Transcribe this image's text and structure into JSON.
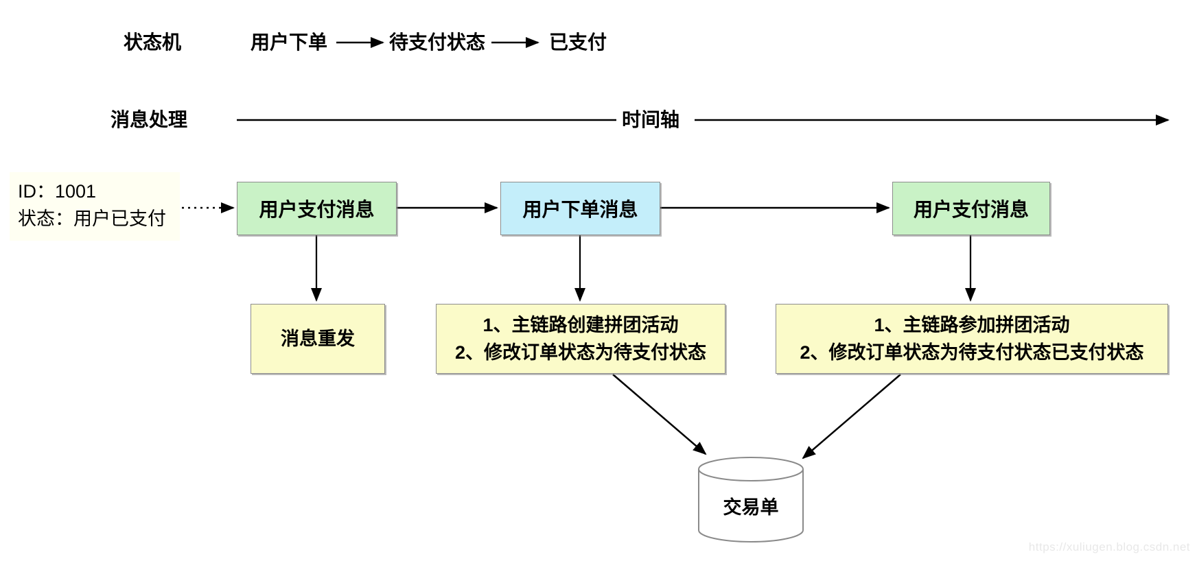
{
  "state_machine_row": {
    "label": "状态机",
    "steps": [
      "用户下单",
      "待支付状态",
      "已支付"
    ]
  },
  "message_row": {
    "label": "消息处理",
    "timeline_label": "时间轴"
  },
  "id_note": {
    "line1": "ID：1001",
    "line2": "状态：用户已支付"
  },
  "message_boxes": [
    {
      "label": "用户支付消息",
      "color": "green"
    },
    {
      "label": "用户下单消息",
      "color": "blue"
    },
    {
      "label": "用户支付消息",
      "color": "green"
    }
  ],
  "action_boxes": [
    {
      "lines": [
        "消息重发"
      ]
    },
    {
      "lines": [
        "1、主链路创建拼团活动",
        "2、修改订单状态为待支付状态"
      ]
    },
    {
      "lines": [
        "1、主链路参加拼团活动",
        "2、修改订单状态为待支付状态已支付状态"
      ]
    }
  ],
  "database": {
    "label": "交易单"
  },
  "watermark": "https://xuliugen.blog.csdn.net",
  "colors": {
    "box_green": "#c9f2c6",
    "box_blue": "#c4eefa",
    "box_yellow": "#fbfbc9",
    "note_bg": "#fffff2",
    "box_border": "#8c8c8c",
    "arrow": "#000000",
    "cylinder_stroke": "#8a8a8a",
    "watermark": "#e8e8e8"
  }
}
